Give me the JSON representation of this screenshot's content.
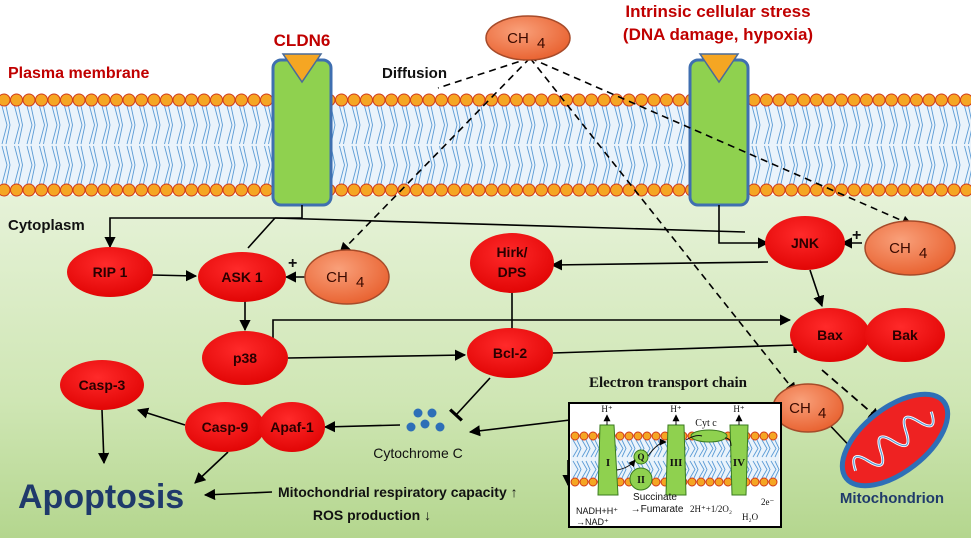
{
  "labels": {
    "plasma_membrane": "Plasma membrane",
    "cldn6": "CLDN6",
    "diffusion": "Diffusion",
    "stress_line1": "Intrinsic cellular stress",
    "stress_line2": "(DNA damage, hypoxia)",
    "cytoplasm": "Cytoplasm",
    "etc_title": "Electron transport chain",
    "cytochrome_c": "Cytochrome C",
    "mito_capacity": "Mitochondrial respiratory capacity ↑",
    "ros": "ROS production ↓",
    "apoptosis": "Apoptosis",
    "mitochondrion": "Mitochondrion"
  },
  "ch4": {
    "base": "CH",
    "sub": "4"
  },
  "nodes": {
    "rip1": "RIP 1",
    "ask1": "ASK 1",
    "hirk_line1": "Hirk/",
    "hirk_line2": "DPS",
    "jnk": "JNK",
    "p38": "p38",
    "bcl2": "Bcl-2",
    "bax": "Bax",
    "bak": "Bak",
    "casp3": "Casp-3",
    "casp9": "Casp-9",
    "apaf1": "Apaf-1"
  },
  "plus_sign": "+",
  "etc": {
    "h_plus": "H⁺",
    "complex_1": "I",
    "complex_2": "II",
    "complex_3": "III",
    "complex_4": "IV",
    "q": "Q",
    "cyt_c": "Cyt c",
    "succinate": "Succinate",
    "fumarate": "→Fumarate",
    "nadh": "NADH+H⁺",
    "nad": "→NAD⁺",
    "o2": "2H⁺+1/2O₂",
    "h2o": "H₂O",
    "two_e": "2e⁻"
  },
  "colors": {
    "enzyme_red": "#ee0000",
    "ch4_orange": "#f07040",
    "receptor_green": "#8fd14f",
    "label_dark_red": "#b00000",
    "apoptosis_navy": "#1f3a6b",
    "membrane_blue": "#5b9bd5",
    "lipid_orange": "#f5a623"
  }
}
